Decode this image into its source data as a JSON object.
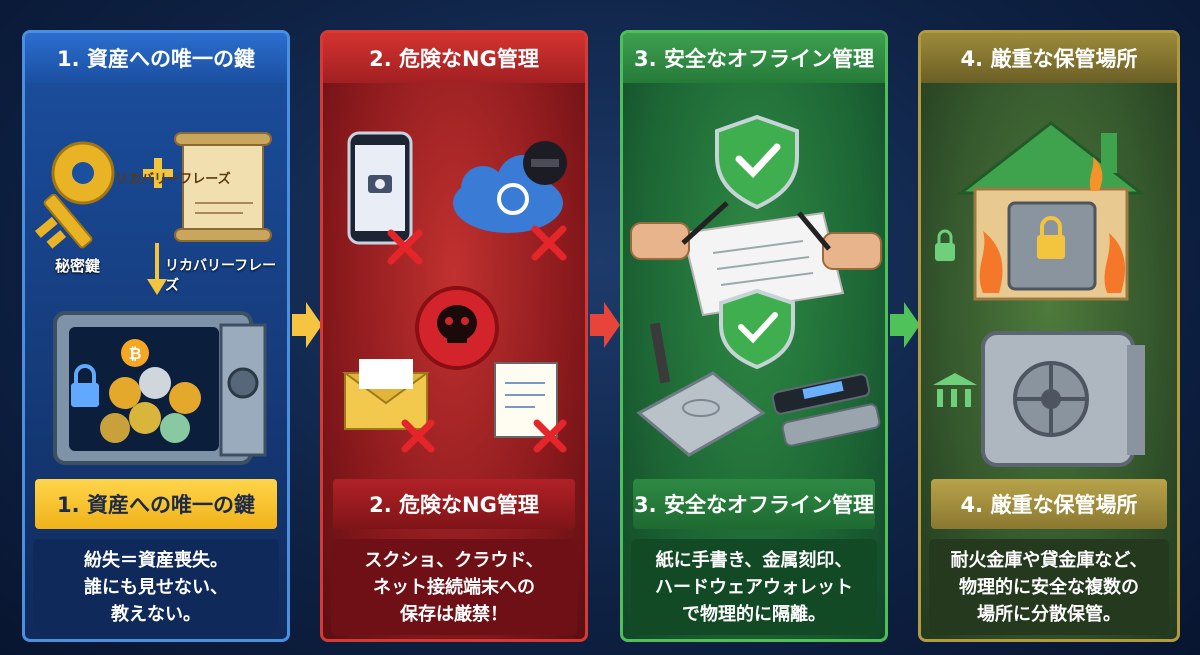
{
  "panels": [
    {
      "title": "1. 資産への唯一の鍵",
      "subtitle": "1. 資産への唯一の鍵",
      "desc": [
        "紛失＝資産喪失。",
        "誰にも見せない、",
        "教えない。"
      ],
      "scroll_text": "リカバリーフレーズ",
      "label_key": "秘密鍵",
      "label_phrase": "リカバリーフレーズ"
    },
    {
      "title": "2. 危険なNG管理",
      "subtitle": "2. 危険なNG管理",
      "desc": [
        "スクショ、クラウド、",
        "ネット接続端末への",
        "保存は厳禁！"
      ]
    },
    {
      "title": "3. 安全なオフライン管理",
      "subtitle": "3. 安全なオフライン管理",
      "desc": [
        "紙に手書き、金属刻印、",
        "ハードウェアウォレット",
        "で物理的に隔離。"
      ]
    },
    {
      "title": "4. 厳重な保管場所",
      "subtitle": "4. 厳重な保管場所",
      "desc": [
        "耐火金庫や貸金庫など、",
        "物理的に安全な複数の",
        "場所に分散保管。"
      ]
    }
  ],
  "colors": {
    "panel1": "#1b4fa0",
    "panel2": "#a21f22",
    "panel3": "#257a38",
    "panel4": "#6c5f25",
    "arrow1": "#f5c542",
    "arrow2": "#e8443a",
    "arrow3": "#4fc25a"
  },
  "icons": [
    "key-icon",
    "plus-icon",
    "scroll-icon",
    "safe-icon",
    "lock-icon",
    "bitcoin-icon",
    "phone-camera-icon",
    "cloud-sync-icon",
    "hacker-icon",
    "skull-icon",
    "envelope-icon",
    "notepad-icon",
    "x-mark-icon",
    "shield-check-icon",
    "handshake-pen-icon",
    "document-icon",
    "metal-plate-icon",
    "hardware-wallet-icon",
    "house-safe-icon",
    "fire-icon",
    "bank-icon",
    "vault-icon",
    "arrow-right-icon"
  ]
}
